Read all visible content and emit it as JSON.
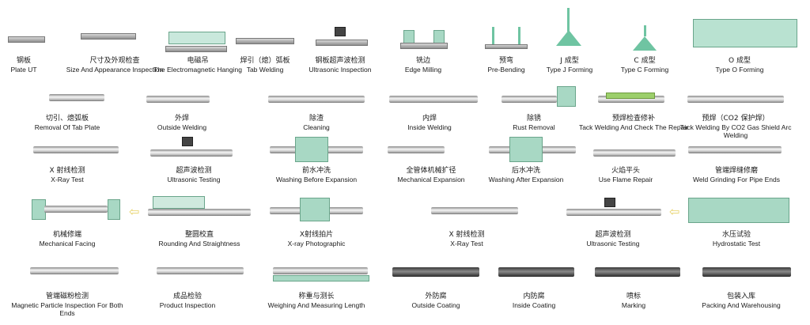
{
  "steps": [
    {
      "zh": "钢板",
      "en": "Plate UT"
    },
    {
      "zh": "尺寸及外观检查",
      "en": "Size And Appearance Inspection"
    },
    {
      "zh": "电磁吊",
      "en": "The Electromagnetic Hanging"
    },
    {
      "zh": "焊引（熄）弧板",
      "en": "Tab Welding"
    },
    {
      "zh": "钢板超声波检测",
      "en": "Ultrasonic Inspection"
    },
    {
      "zh": "铣边",
      "en": "Edge Milling"
    },
    {
      "zh": "预弯",
      "en": "Pre-Bending"
    },
    {
      "zh": "J 成型",
      "en": "Type J Forming"
    },
    {
      "zh": "C 成型",
      "en": "Type C Forming"
    },
    {
      "zh": "O 成型",
      "en": "Type O Forming"
    },
    {
      "zh": "切引、熄弧板",
      "en": "Removal Of Tab Plate"
    },
    {
      "zh": "外焊",
      "en": "Outside Welding"
    },
    {
      "zh": "除渣",
      "en": "Cleaning"
    },
    {
      "zh": "内焊",
      "en": "Inside Welding"
    },
    {
      "zh": "除锈",
      "en": "Rust Removal"
    },
    {
      "zh": "预焊检查修补",
      "en": "Tack Welding And Check The Repair"
    },
    {
      "zh": "预焊（CO2 保护焊）",
      "en": "Tack Welding By CO2 Gas Shield Arc Welding"
    },
    {
      "zh": "X 射线检测",
      "en": "X-Ray Test"
    },
    {
      "zh": "超声波检测",
      "en": "Ultrasonic Testing"
    },
    {
      "zh": "前水冲洗",
      "en": "Washing Before Expansion"
    },
    {
      "zh": "全管体机械扩径",
      "en": "Mechanical Expansion"
    },
    {
      "zh": "后水冲洗",
      "en": "Washing After Expansion"
    },
    {
      "zh": "火焰平头",
      "en": "Use Flame Repair"
    },
    {
      "zh": "管端焊缝修磨",
      "en": "Weld Grinding For Pipe Ends"
    },
    {
      "zh": "机械修端",
      "en": "Mechanical Facing"
    },
    {
      "zh": "整圆校直",
      "en": "Rounding And Straightness"
    },
    {
      "zh": "X射线拍片",
      "en": "X-ray Photographic"
    },
    {
      "zh": "X 射线检测",
      "en": "X-Ray Test"
    },
    {
      "zh": "超声波检测",
      "en": "Ultrasonic Testing"
    },
    {
      "zh": "水压试验",
      "en": "Hydrostatic Test"
    },
    {
      "zh": "管端磁粉检测",
      "en": "Magnetic Particle Inspection For Both Ends"
    },
    {
      "zh": "成品检验",
      "en": "Product Inspection"
    },
    {
      "zh": "称重与测长",
      "en": "Weighing And Measuring Length"
    },
    {
      "zh": "外防腐",
      "en": "Outside Coating"
    },
    {
      "zh": "内防腐",
      "en": "Inside Coating"
    },
    {
      "zh": "喷标",
      "en": "Marking"
    },
    {
      "zh": "包装入库",
      "en": "Packing And Warehousing"
    }
  ],
  "colors": {
    "accent": "#a8d8c4",
    "arrow": "#e8d36a"
  }
}
